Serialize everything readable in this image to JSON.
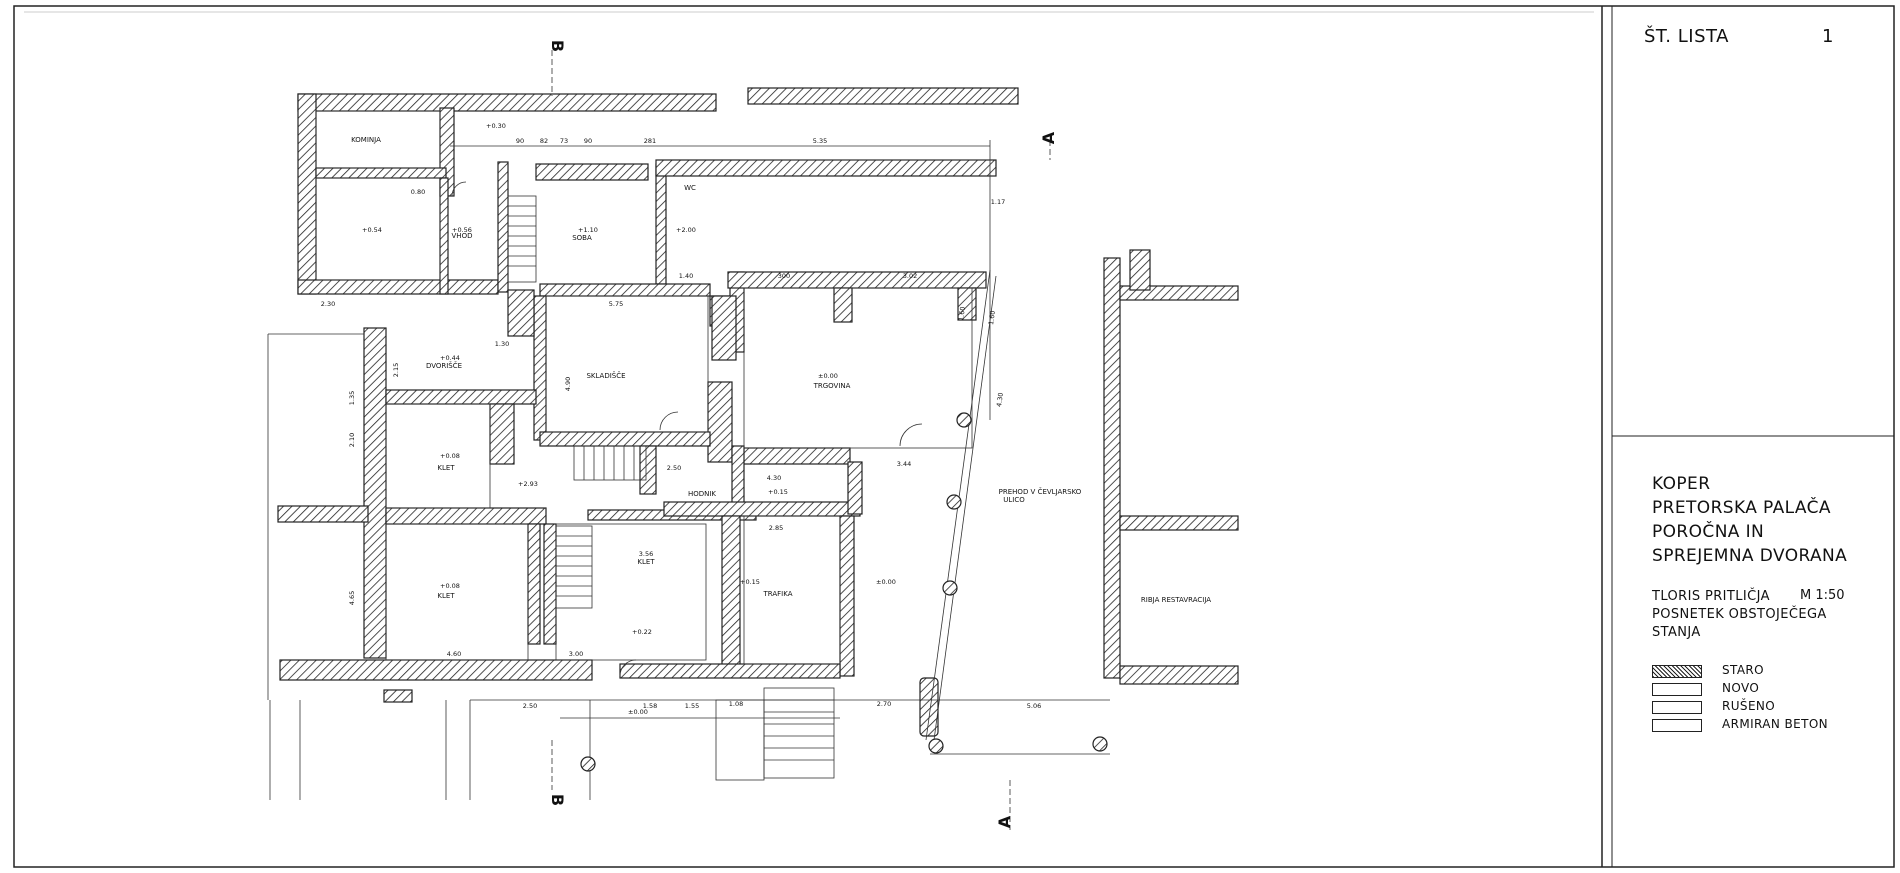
{
  "title_block": {
    "sheet_label": "ŠT. LISTA",
    "sheet_number": "1",
    "title_lines": [
      "KOPER",
      "PRETORSKA PALAČA",
      "POROČNA IN",
      "SPREJEMNA DVORANA"
    ],
    "subtitle_lines": [
      "TLORIS PRITLIČJA",
      "POSNETEK OBSTOJEČEGA",
      "STANJA"
    ],
    "scale": "M 1:50",
    "legend": [
      {
        "label": "STARO",
        "style": "hatch"
      },
      {
        "label": "NOVO",
        "style": "plain"
      },
      {
        "label": "RUŠENO",
        "style": "plain"
      },
      {
        "label": "ARMIRAN BETON",
        "style": "plain"
      }
    ]
  },
  "section_markers": {
    "a_top": "A",
    "a_bottom": "A",
    "b_top": "B",
    "b_bottom": "B"
  },
  "rooms": {
    "kominja": "KOMINJA",
    "vhod": "VHOD",
    "soba": "SOBA",
    "wc": "WC",
    "dvorisce": "DVORIŠČE",
    "skladisce": "SKLADIŠČE",
    "trgovina": "TRGOVINA",
    "klet1": "KLET",
    "klet2": "KLET",
    "klet3": "KLET",
    "hodnik": "HODNIK",
    "trafika": "TRAFIKA",
    "prehod_1": "PREHOD V ČEVLJARSKO",
    "prehod_2": "ULICO",
    "ribja": "RIBJA RESTAVRACIJA"
  },
  "levels": {
    "l_030": "+0.30",
    "l_054": "+0.54",
    "l_056": "+0.56",
    "l_110": "+1.10",
    "l_200a": "+2.00",
    "l_044": "+0.44",
    "l_000a": "±0.00",
    "l_008a": "+0.08",
    "l_293": "+2.93",
    "l_015a": "+0.15",
    "l_008b": "+0.08",
    "l_022": "+0.22",
    "l_015b": "+0.15",
    "l_000b": "±0.00",
    "l_000c": "±0.00"
  },
  "dimensions": {
    "d1": "90",
    "d2": "82",
    "d3": "73",
    "d4": "90",
    "d5": "281",
    "d6": "5.35",
    "d7": "5.75",
    "d8": "300",
    "d9": "3.02",
    "d10": "2.30",
    "d11": "1.30",
    "d12": "2.50",
    "d13": "4.30",
    "d14": "2.85",
    "d15": "3.56",
    "d16": "3.00",
    "d17": "4.60",
    "d18": "2.50",
    "d19": "1.58",
    "d20": "1.55",
    "d21": "1.08",
    "d22": "2.70",
    "d23": "5.06",
    "d24": "4.30",
    "d25": "1.60",
    "d26": "3.44",
    "d27": "4.90",
    "d28": "2.15",
    "d29": "1.40",
    "d30": "1.17",
    "d31": "0.80",
    "d32": "1.35",
    "d33": "2.10",
    "d34": "4.65",
    "d35": "1.60"
  }
}
